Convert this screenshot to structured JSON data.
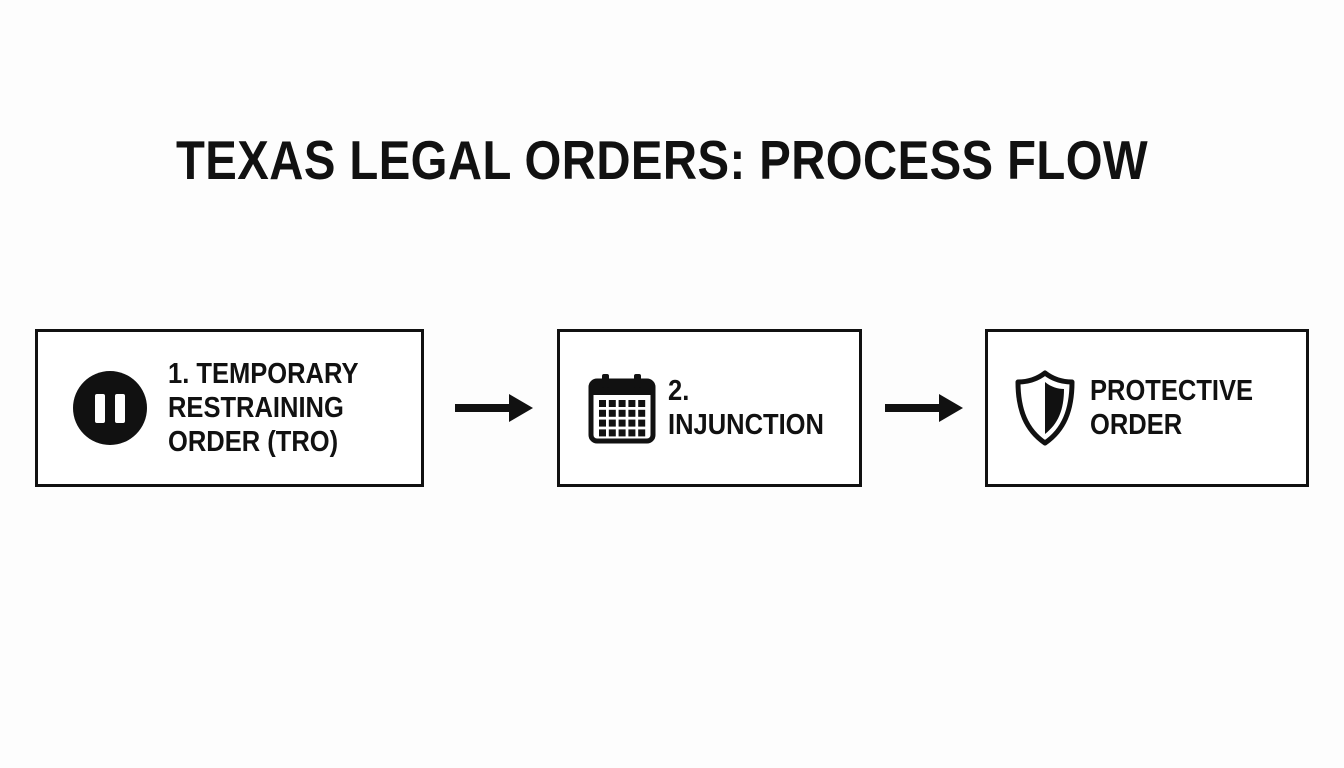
{
  "title": "TEXAS LEGAL ORDERS: PROCESS FLOW",
  "steps": [
    {
      "label": "1. TEMPORARY\nRESTRAINING\nORDER (TRO)",
      "icon": "pause-icon"
    },
    {
      "label": "2. INJUNCTION",
      "icon": "calendar-icon"
    },
    {
      "label": "PROTECTIVE\nORDER",
      "icon": "shield-icon"
    }
  ],
  "connectors": [
    {
      "from": 1,
      "to": 2,
      "icon": "arrow-right-icon"
    },
    {
      "from": 2,
      "to": 3,
      "icon": "arrow-right-icon"
    }
  ],
  "colors": {
    "background": "#fdfdfd",
    "ink": "#111111",
    "box_fill": "#ffffff"
  }
}
